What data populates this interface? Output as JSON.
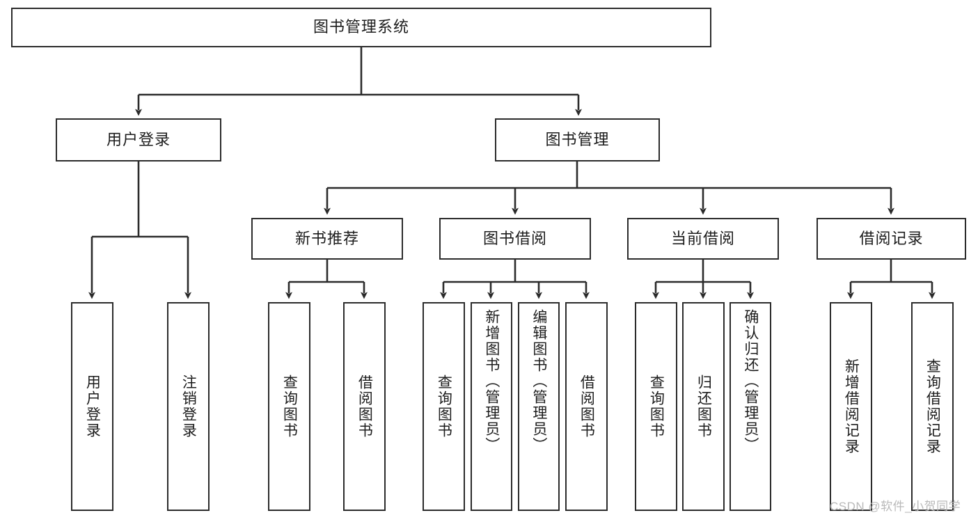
{
  "diagram": {
    "title": "图书管理系统",
    "type": "tree-hierarchy",
    "orientation": "top-down",
    "watermark": "CSDN @软件_小贺同学",
    "colors": {
      "background": "#ffffff",
      "node_border": "#2b2b2b",
      "node_fill": "#ffffff",
      "text": "#1c1c1c",
      "connector": "#2b2b2b",
      "watermark": "#b9b9b9"
    }
  },
  "nodes": {
    "root": {
      "label": "图书管理系统"
    },
    "level2": [
      {
        "label": "用户登录"
      },
      {
        "label": "图书管理"
      }
    ],
    "level3": [
      {
        "label": "新书推荐"
      },
      {
        "label": "图书借阅"
      },
      {
        "label": "当前借阅"
      },
      {
        "label": "借阅记录"
      }
    ],
    "leaves": {
      "user_login": [
        {
          "label": "用户登录"
        },
        {
          "label": "注销登录"
        }
      ],
      "new_book_recommend": [
        {
          "label": "查询图书"
        },
        {
          "label": "借阅图书"
        }
      ],
      "book_borrow": [
        {
          "label": "查询图书"
        },
        {
          "label": "新增图书（管理员）"
        },
        {
          "label": "编辑图书（管理员）"
        },
        {
          "label": "借阅图书"
        }
      ],
      "current_borrow": [
        {
          "label": "查询图书"
        },
        {
          "label": "归还图书"
        },
        {
          "label": "确认归还（管理员）"
        }
      ],
      "borrow_record": [
        {
          "label": "新增借阅记录"
        },
        {
          "label": "查询借阅记录"
        }
      ]
    }
  }
}
